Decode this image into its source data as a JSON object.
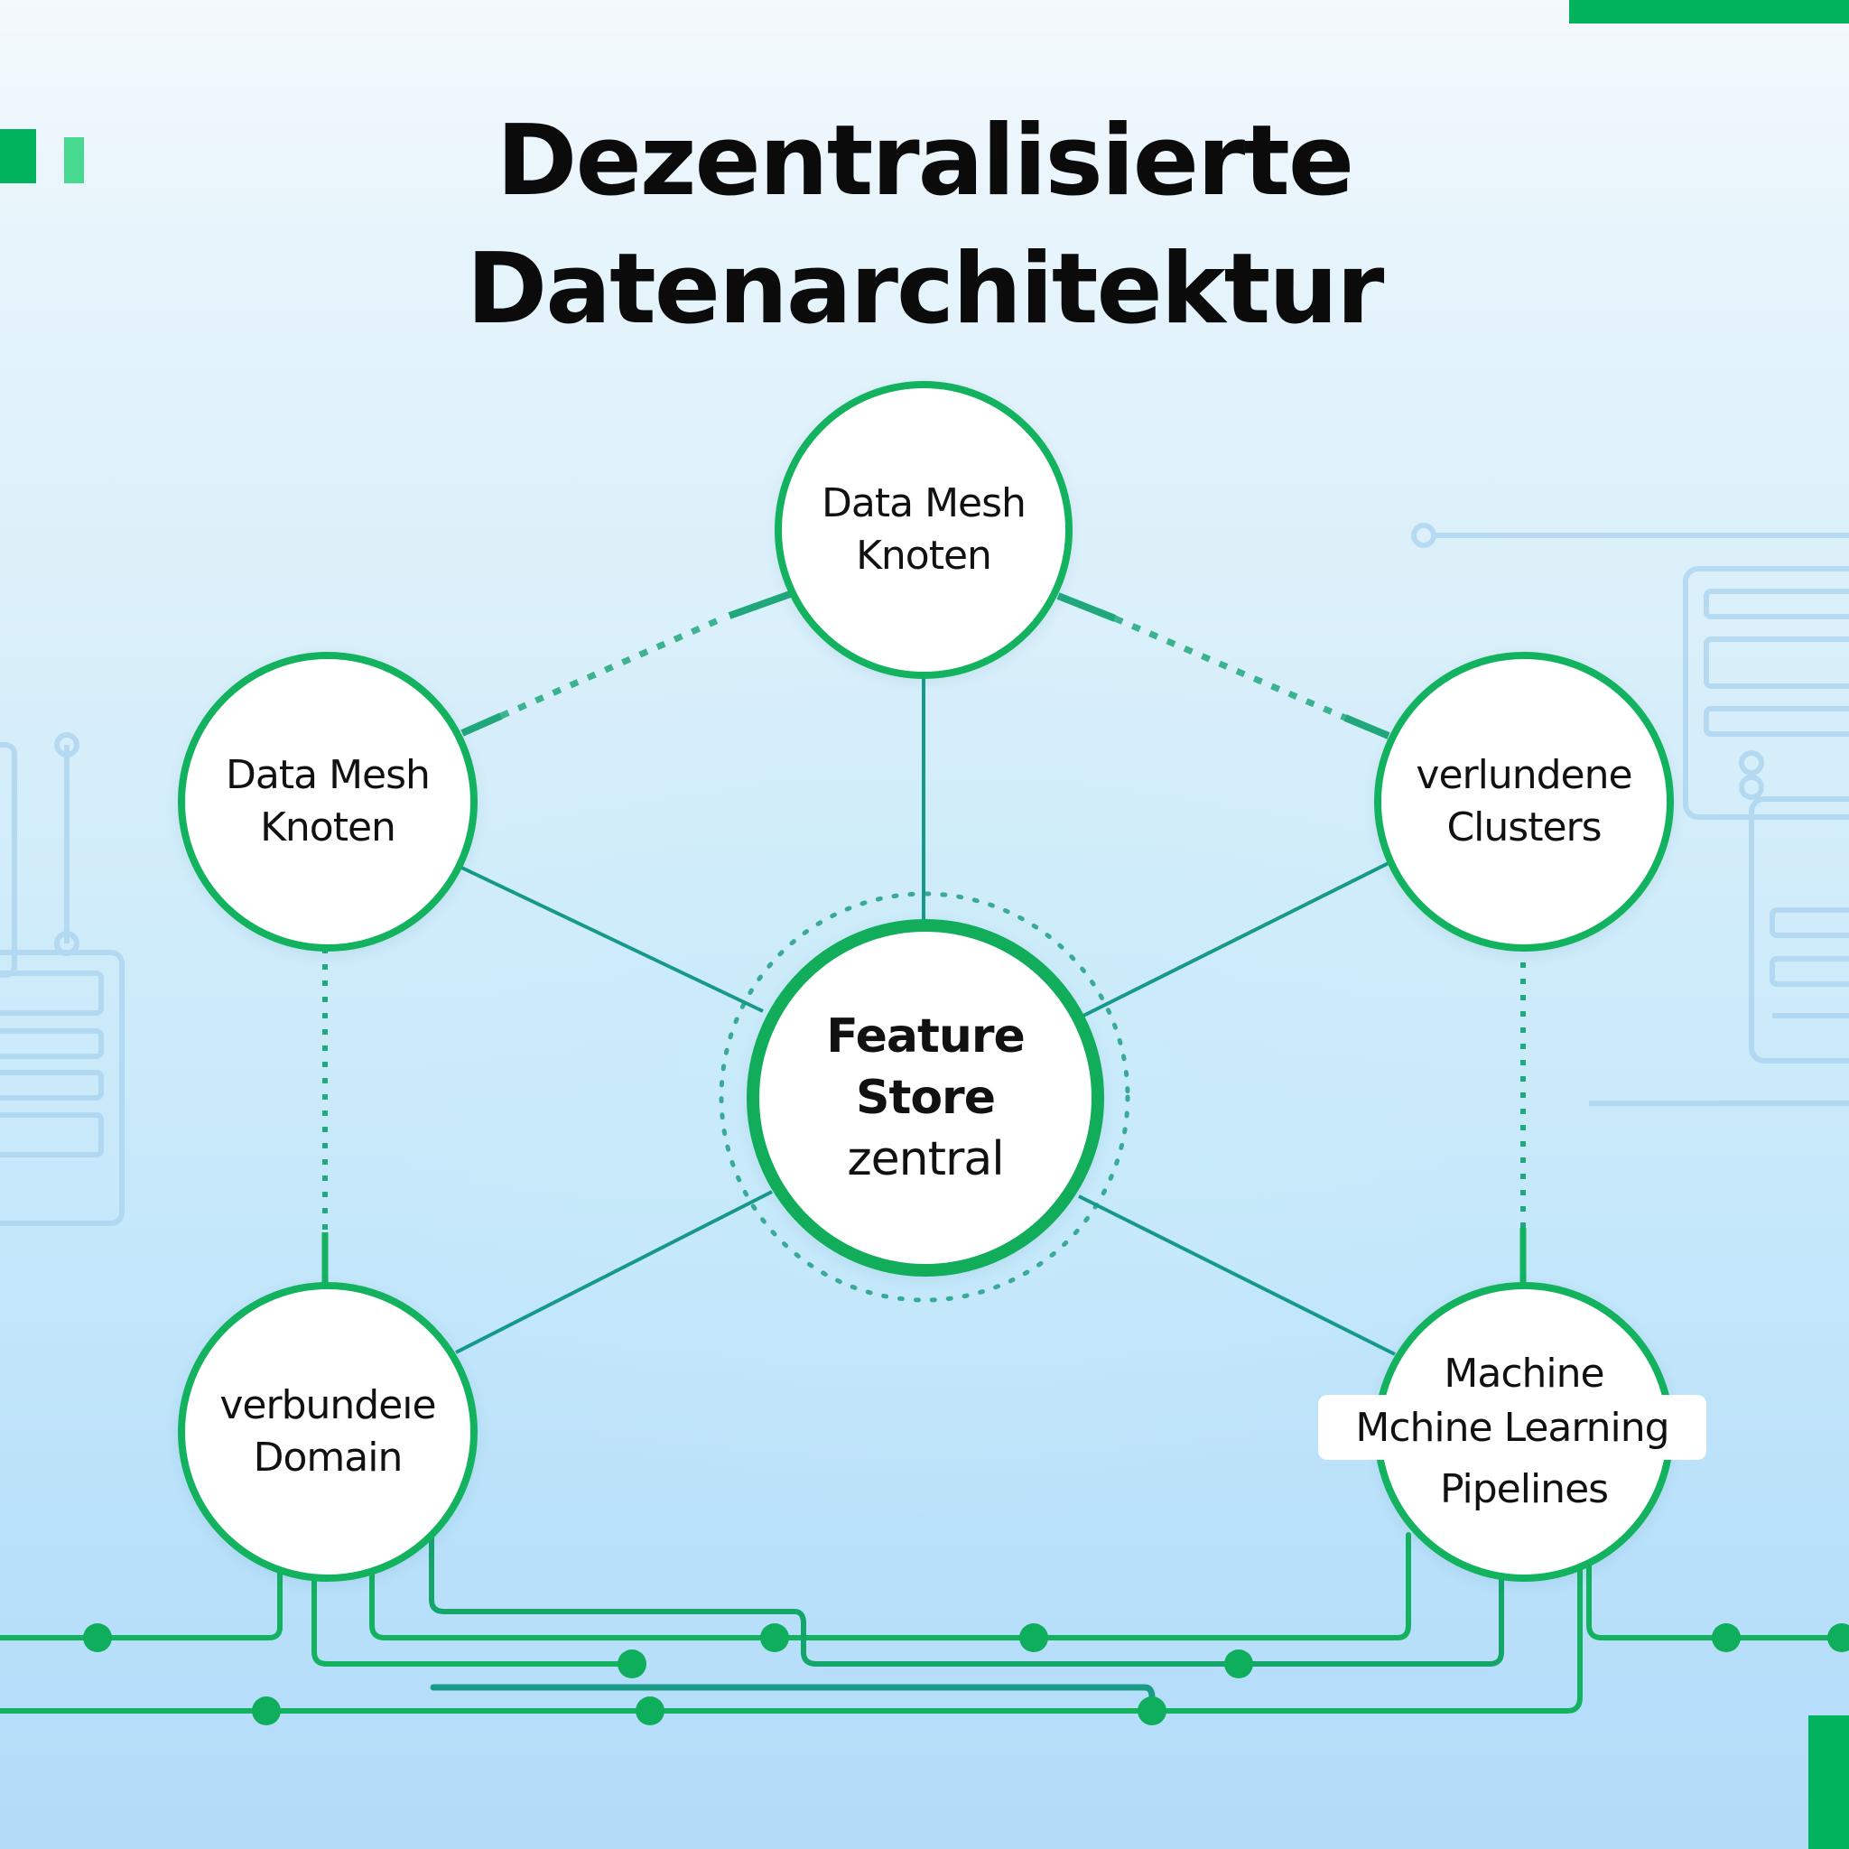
{
  "title": {
    "line1": "Dezentralisierte",
    "line2": "Datenarchitektur"
  },
  "colors": {
    "accent_green": "#13b25e",
    "accent_green_dark": "#00a857",
    "accent_green_light": "#47d98f",
    "connector_teal": "#17998a",
    "background_top": "#f3f9fc",
    "background_bottom": "#b4dcf9",
    "node_fill": "#ffffff",
    "text": "#111111"
  },
  "nodes": {
    "center": {
      "line1": "Feature",
      "line2": "Store",
      "line3": "zentral"
    },
    "top": {
      "line1": "Data Mesh",
      "line2": "Knoten"
    },
    "left": {
      "line1": "Data Mesh",
      "line2": "Knoten"
    },
    "right": {
      "line1": "verlundene",
      "line2": "Clusters"
    },
    "bottom_left": {
      "line1": "verbundeıe",
      "line2": "Domain"
    },
    "bottom_right": {
      "line1": "Machine",
      "line2": "Mchine Learning",
      "line3": "Pipelines"
    }
  },
  "connections": [
    {
      "from": "top",
      "to": "center",
      "style": "solid"
    },
    {
      "from": "left",
      "to": "center",
      "style": "solid"
    },
    {
      "from": "right",
      "to": "center",
      "style": "solid"
    },
    {
      "from": "bottom_left",
      "to": "center",
      "style": "solid"
    },
    {
      "from": "bottom_right",
      "to": "center",
      "style": "solid"
    },
    {
      "from": "top",
      "to": "left",
      "style": "dotted"
    },
    {
      "from": "top",
      "to": "right",
      "style": "dotted"
    },
    {
      "from": "left",
      "to": "bottom_left",
      "style": "dotted"
    },
    {
      "from": "right",
      "to": "bottom_right",
      "style": "dotted"
    }
  ],
  "icons": {
    "background_left": "server-rack-icon",
    "background_right": "server-rack-icon",
    "circuit_traces": "circuit-board-traces"
  }
}
